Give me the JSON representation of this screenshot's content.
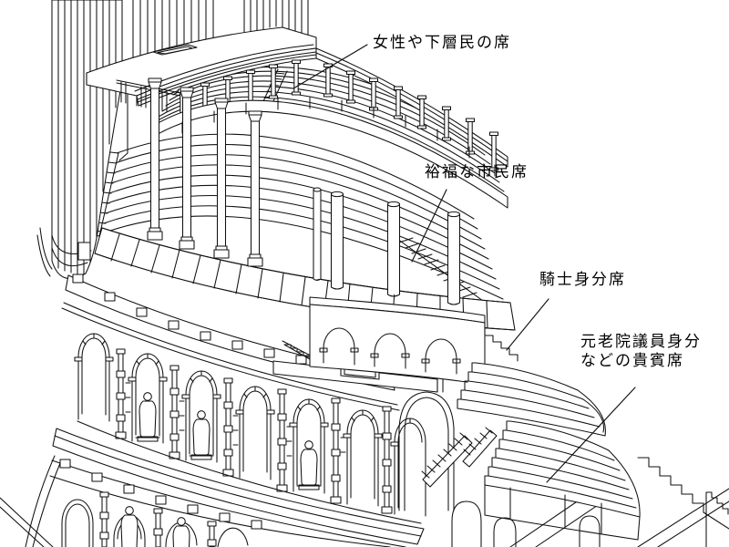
{
  "illustration": {
    "kind": "colosseum-seating-cutaway-line-drawing"
  },
  "colors": {
    "background": "#ffffff",
    "line": "#111111",
    "text": "#000000"
  },
  "annotations": {
    "upper_gallery": "女性や下層民の席",
    "wealthy_citizens": "裕福な市民席",
    "knights": "騎士身分席",
    "senators_line1": "元老院議員身分",
    "senators_line2": "などの貴賓席"
  }
}
